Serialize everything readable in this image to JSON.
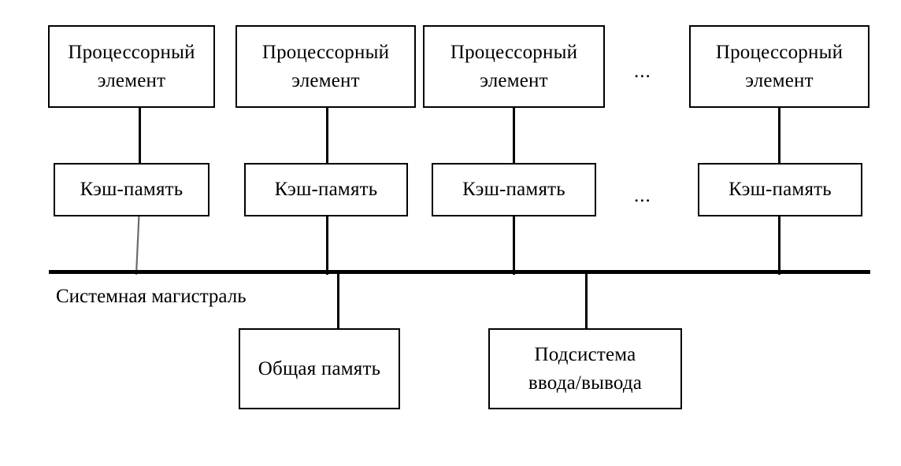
{
  "diagram": {
    "title_text": "",
    "colors": {
      "background": "#ffffff",
      "stroke": "#000000",
      "text": "#000000",
      "faint_stroke": "#6b6b6b"
    },
    "processor_elements": [
      {
        "line1": "Процессорный",
        "line2": "элемент"
      },
      {
        "line1": "Процессорный",
        "line2": "элемент"
      },
      {
        "line1": "Процессорный",
        "line2": "элемент"
      },
      {
        "line1": "Процессорный",
        "line2": "элемент"
      }
    ],
    "caches": [
      {
        "label": "Кэш-память"
      },
      {
        "label": "Кэш-память"
      },
      {
        "label": "Кэш-память"
      },
      {
        "label": "Кэш-память"
      }
    ],
    "ellipsis_processor_row": "...",
    "ellipsis_cache_row": "...",
    "bus": {
      "label": "Системная магистраль"
    },
    "bottom_nodes": [
      {
        "line1": "Общая память",
        "line2": ""
      },
      {
        "line1": "Подсистема",
        "line2": "ввода/вывода"
      }
    ]
  }
}
